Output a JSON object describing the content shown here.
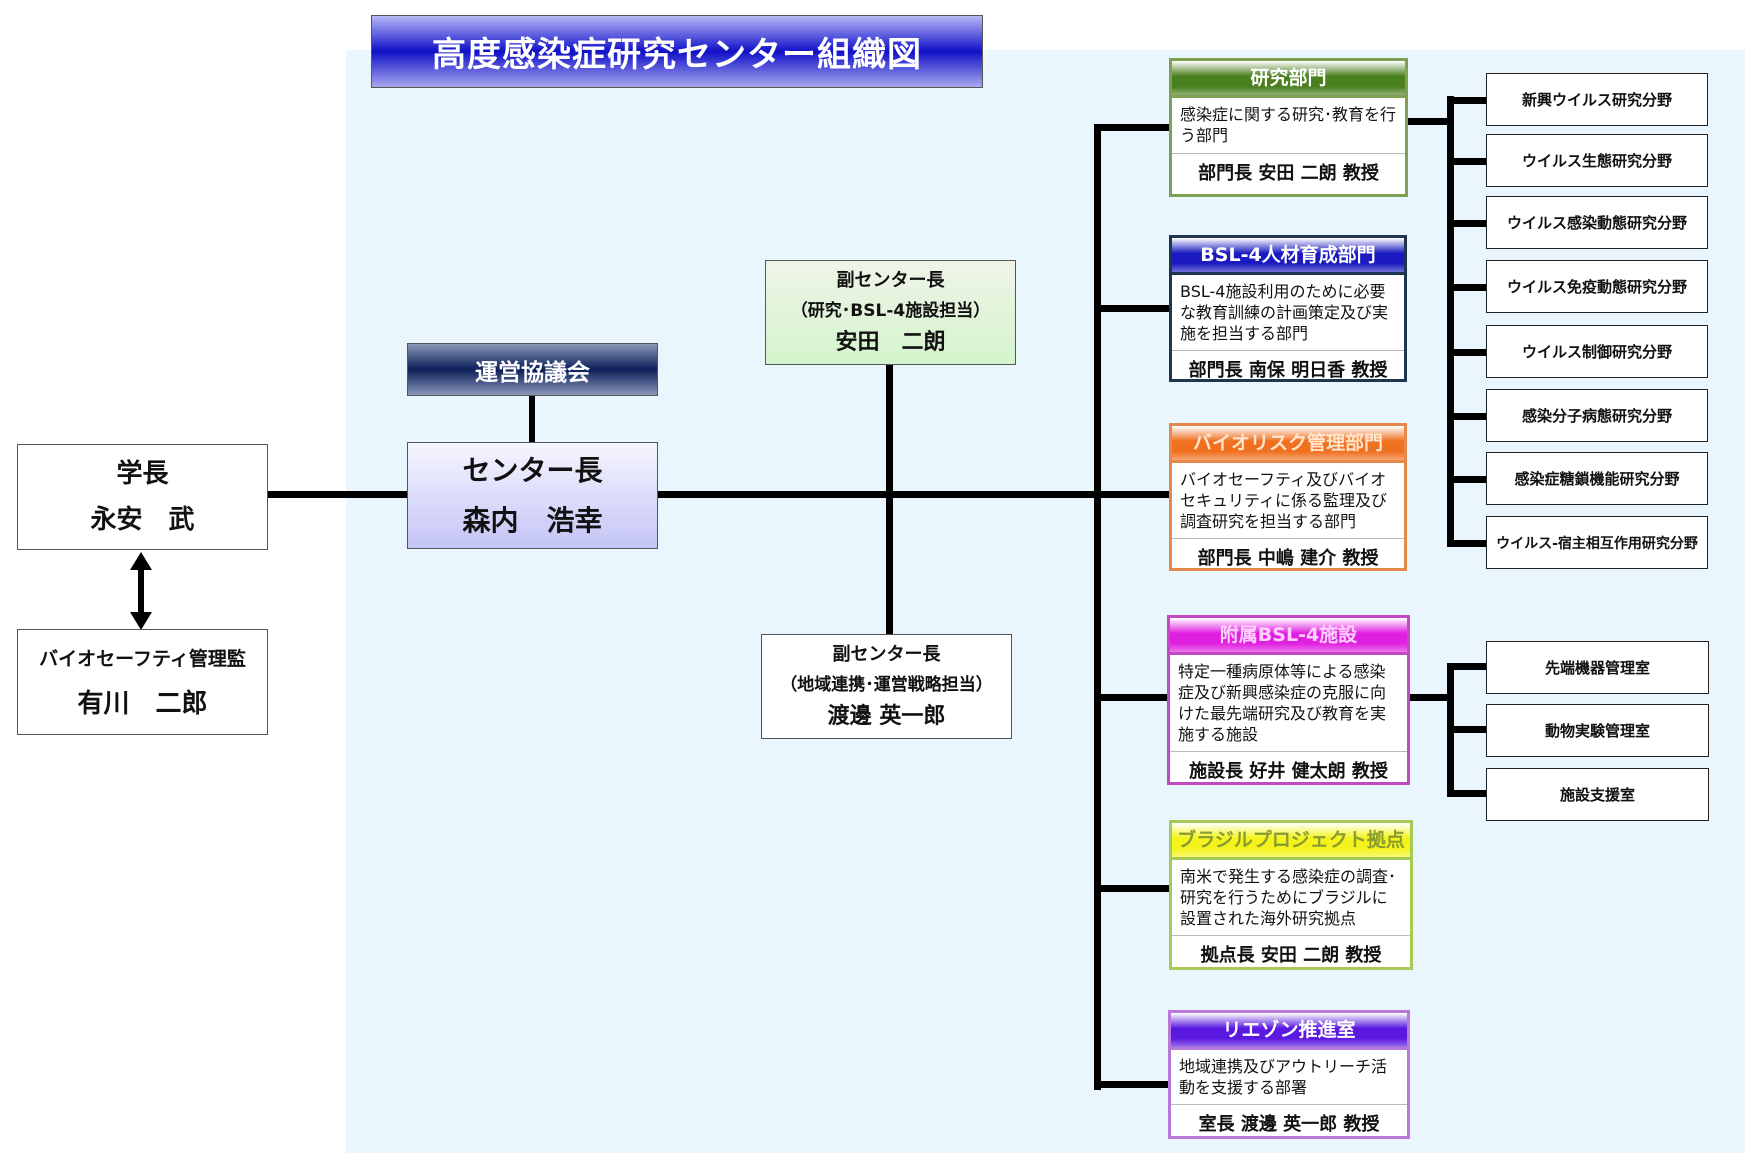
{
  "title": "高度感染症研究センター組織図",
  "president": {
    "role": "学長",
    "name": "永安　武"
  },
  "biosafety_officer": {
    "role": "バイオセーフティ管理監",
    "name": "有川　二郎"
  },
  "council": "運営協議会",
  "director": {
    "role": "センター長",
    "name": "森内　浩幸"
  },
  "vice_director_1": {
    "role": "副センター長",
    "scope": "（研究･BSL-4施設担当）",
    "name": "安田　二朗"
  },
  "vice_director_2": {
    "role": "副センター長",
    "scope": "（地域連携･運営戦略担当）",
    "name": "渡邊 英一郎"
  },
  "departments": [
    {
      "title": "研究部門",
      "desc": "感染症に関する研究･教育を行う部門",
      "head": "部門長  安田  二朗  教授",
      "color": "#4a7f1e",
      "border": "#7fa052",
      "title_color": "#ffffff"
    },
    {
      "title": "BSL-4人材育成部門",
      "desc": "BSL-4施設利用のために必要な教育訓練の計画策定及び実施を担当する部門",
      "head": "部門長  南保  明日香  教授",
      "color": "#1a1ac0",
      "border": "#1f3550",
      "title_color": "#ffffff"
    },
    {
      "title": "バイオリスク管理部門",
      "desc": "バイオセーフティ及びバイオセキュリティに係る監理及び調査研究を担当する部門",
      "head": "部門長  中嶋  建介  教授",
      "color": "#f07020",
      "border": "#e5884a",
      "title_color": "#ffe6cc"
    },
    {
      "title": "附属BSL-4施設",
      "desc": "特定一種病原体等による感染症及び新興感染症の克服に向けた最先端研究及び教育を実施する施設",
      "head": "施設長  好井  健太朗  教授",
      "color": "#e020e0",
      "border": "#c04ac0",
      "title_color": "#ffd0ff"
    },
    {
      "title": "ブラジルプロジェクト拠点",
      "desc": "南米で発生する感染症の調査･研究を行うためにブラジルに設置された海外研究拠点",
      "head": "拠点長  安田  二朗  教授",
      "color": "#f4f41c",
      "border": "#a8c858",
      "title_color": "#8a9a30"
    },
    {
      "title": "リエゾン推進室",
      "desc": "地域連携及びアウトリーチ活動を支援する部署",
      "head": "室長  渡邊  英一郎  教授",
      "color": "#5a18e0",
      "border": "#b878d8",
      "title_color": "#ffffff"
    }
  ],
  "research_fields": [
    "新興ウイルス研究分野",
    "ウイルス生態研究分野",
    "ウイルス感染動態研究分野",
    "ウイルス免疫動態研究分野",
    "ウイルス制御研究分野",
    "感染分子病態研究分野",
    "感染症糖鎖機能研究分野",
    "ウイルス-宿主相互作用研究分野"
  ],
  "facility_rooms": [
    "先端機器管理室",
    "動物実験管理室",
    "施設支援室"
  ]
}
